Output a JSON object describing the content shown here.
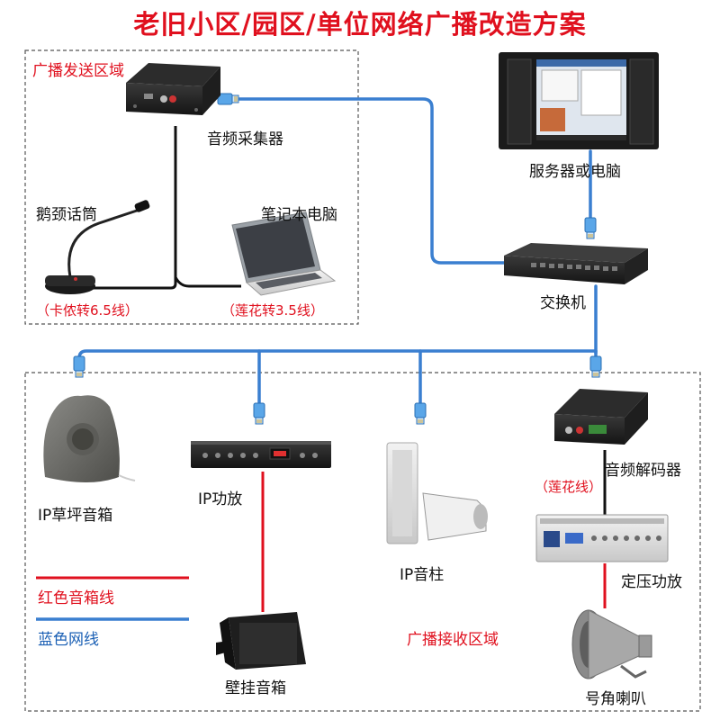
{
  "title": "老旧小区/园区/单位网络广播改造方案",
  "send_zone": {
    "label": "广播发送区域",
    "devices": {
      "audio_collector": "音频采集器",
      "gooseneck_mic": "鹅颈话筒",
      "laptop": "笔记本电脑"
    },
    "cable_notes": {
      "mic_cable": "（卡侬转6.5线）",
      "laptop_cable": "（莲花转3.5线）"
    }
  },
  "core": {
    "server": "服务器或电脑",
    "switch": "交换机"
  },
  "receive_zone": {
    "label": "广播接收区域",
    "devices": {
      "lawn_speaker": "IP草坪音箱",
      "ip_amplifier": "IP功放",
      "ip_column": "IP音柱",
      "audio_decoder": "音频解码器",
      "const_voltage_amp": "定压功放",
      "wall_speaker": "壁挂音箱",
      "horn_speaker": "号角喇叭"
    },
    "cable_note": "（莲花线）"
  },
  "legend": {
    "red_line": "红色音箱线",
    "blue_line": "蓝色网线"
  },
  "colors": {
    "title": "#e0101e",
    "network_cable": "#3a7fd0",
    "speaker_cable": "#e0101e",
    "zone_border": "#555555"
  },
  "icons": {
    "connector": "rj45-connector-icon"
  }
}
